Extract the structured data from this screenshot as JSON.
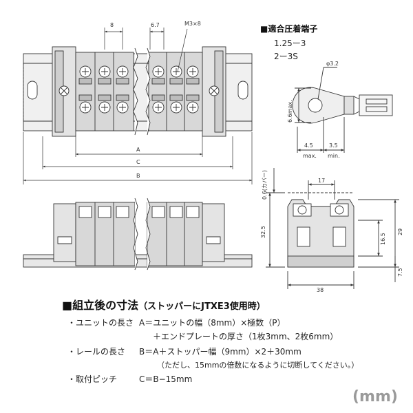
{
  "top_view": {
    "pitch_left": "8",
    "pitch_right": "6.7",
    "screw": "M3×8",
    "dim_a": "A",
    "dim_c": "C",
    "dim_b": "B"
  },
  "terminal": {
    "heading": "■適合圧着端子",
    "sizes": [
      "1.25ー3",
      "2ー3S"
    ],
    "hole": "φ3.2",
    "height": "6.6max.",
    "width1": "4.5",
    "width1_note": "max.",
    "width2": "3.5",
    "width2_note": "min."
  },
  "side_view": {
    "plate_thickness": "0.6(カバー)",
    "width_top": "17",
    "height_total": "32.5",
    "height_29": "29",
    "height_16_5": "16.5",
    "height_7_5": "7.5",
    "width_bottom": "38"
  },
  "assembly": {
    "heading": "■組立後の寸法",
    "subheading": "（ストッパーにJTXE3使用時）",
    "unit_length_label": "・ユニットの長さ",
    "unit_length_formula": "A＝ユニットの幅（8mm）×極数（P）",
    "unit_length_formula2": "＋エンドプレートの厚さ（1枚3mm、2枚6mm）",
    "rail_length_label": "・レールの長さ",
    "rail_length_formula": "B＝A＋ストッパー幅（9mm）×2＋30mm",
    "rail_note": "（ただし、15mmの倍数になるように切断してください。）",
    "pitch_label": "・取付ピッチ",
    "pitch_formula": "C＝B−15mm"
  },
  "unit_mark": "(mm)"
}
